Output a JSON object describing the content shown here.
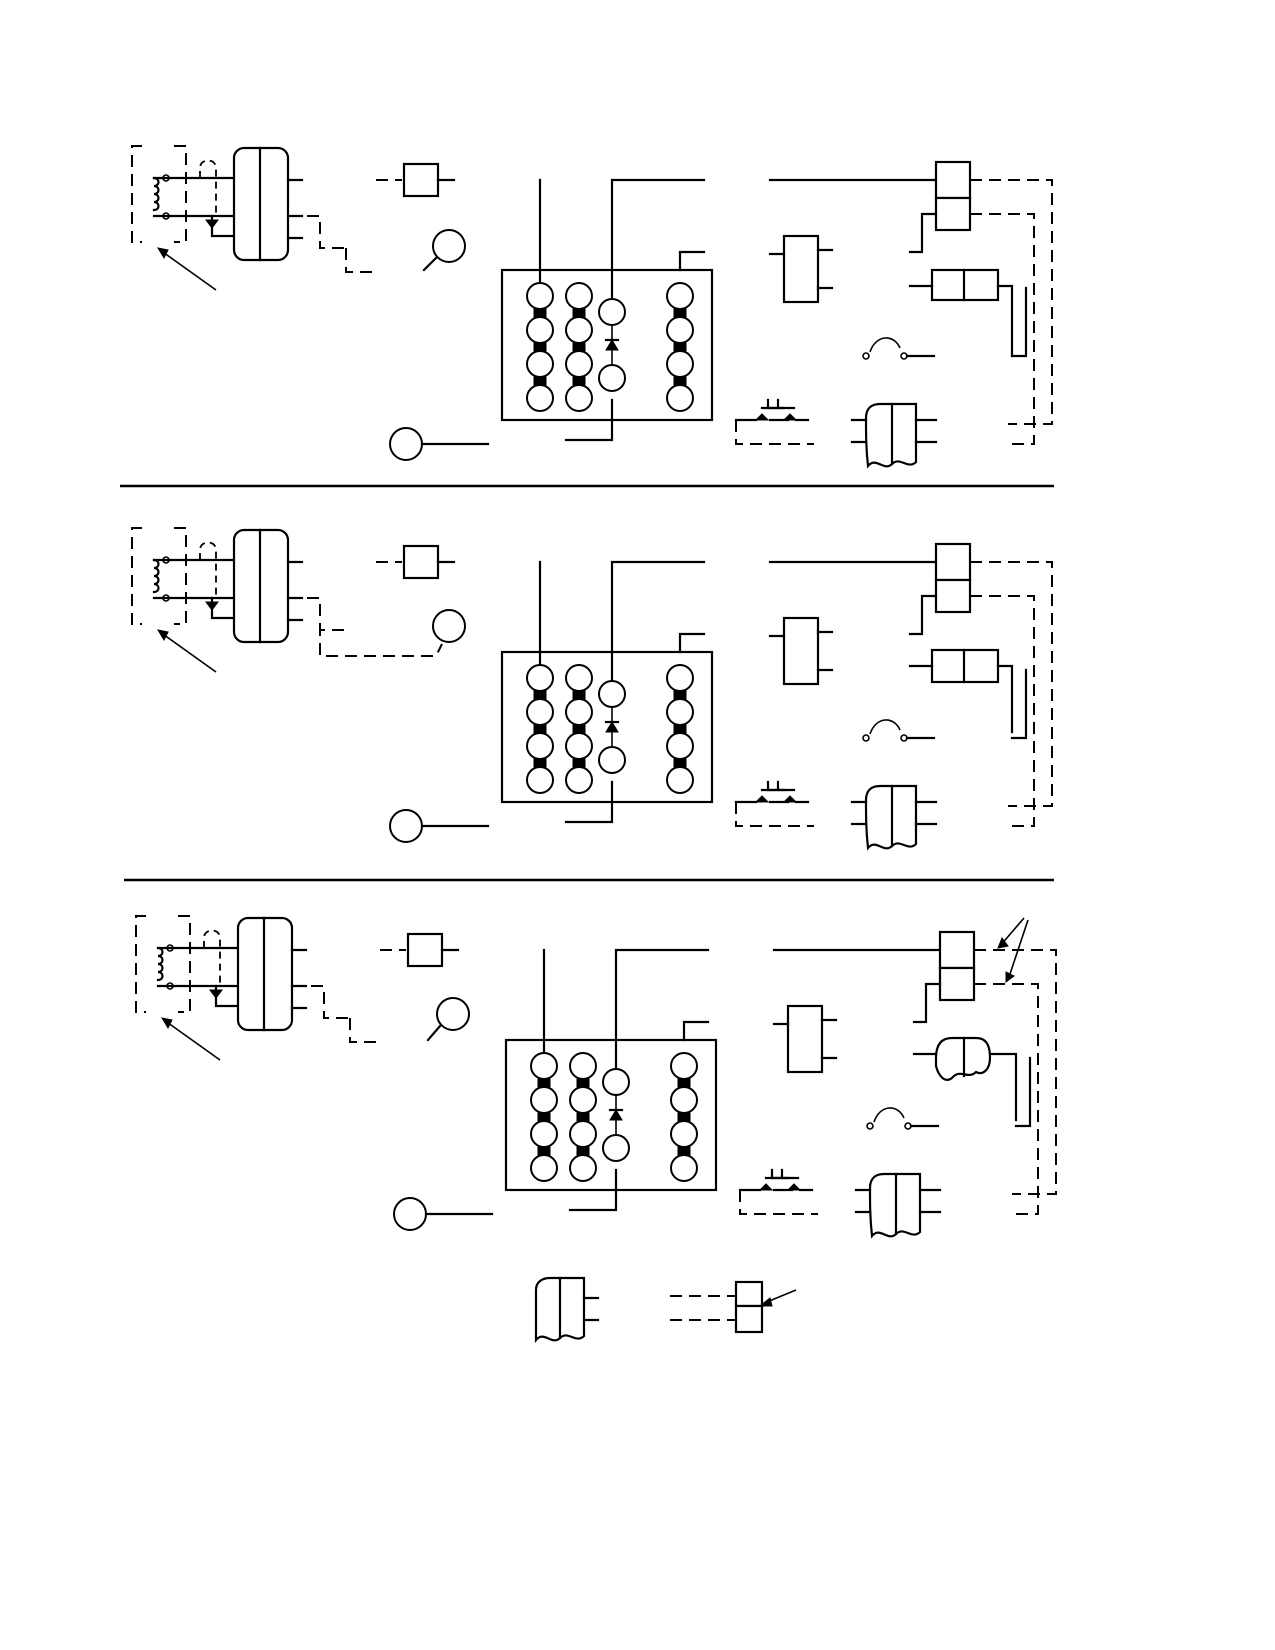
{
  "colors": {
    "ink": "#000000",
    "paper": "#ffffff"
  },
  "panels": [
    {
      "id": "panel-1",
      "variant": "top"
    },
    {
      "id": "panel-2",
      "variant": "middle"
    },
    {
      "id": "panel-3",
      "variant": "bottom"
    }
  ],
  "legend_symbols": [
    "plug-connector",
    "two-pin-connector"
  ]
}
